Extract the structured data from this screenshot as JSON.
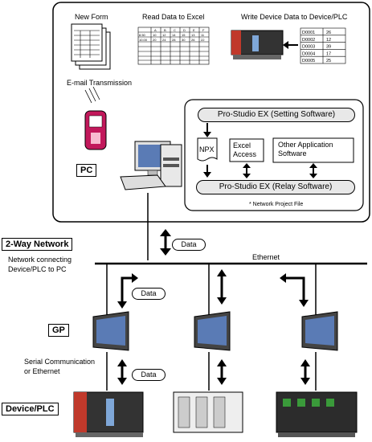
{
  "pc_panel": {
    "new_form": "New Form",
    "read_data": "Read Data to Excel",
    "write_data": "Write Device Data to Device/PLC",
    "email": "E-mail Transmission",
    "pc_label": "PC",
    "setting_software": "Pro-Studio EX (Setting Software)",
    "npx": "NPX",
    "excel_access": "Excel\nAccess",
    "other_app": "Other Application\nSoftware",
    "relay_software": "Pro-Studio EX (Relay Software)",
    "footnote": "* Network Project File",
    "excel_grid": {
      "header": [
        "A",
        "B",
        "C",
        "D",
        "E",
        "F"
      ],
      "row1": [
        "8.50",
        "10",
        "12",
        "14",
        "15",
        "13",
        "11"
      ],
      "row2": [
        "10.00",
        "20",
        "24",
        "28",
        "30",
        "26",
        "22"
      ]
    },
    "device_table": [
      [
        "D0001",
        "26"
      ],
      [
        "D0002",
        "12"
      ],
      [
        "D0003",
        "39"
      ],
      [
        "D0004",
        "17"
      ],
      [
        "D0005",
        "25"
      ]
    ]
  },
  "network": {
    "two_way_label": "2-Way Network",
    "desc": "Network connecting\nDevice/PLC to PC",
    "ethernet": "Ethernet",
    "data_top": "Data",
    "data_mid": "Data",
    "data_bottom": "Data"
  },
  "gp": {
    "label": "GP"
  },
  "serial": {
    "label": "Serial Communication\nor Ethernet"
  },
  "device_plc": {
    "label": "Device/PLC"
  }
}
